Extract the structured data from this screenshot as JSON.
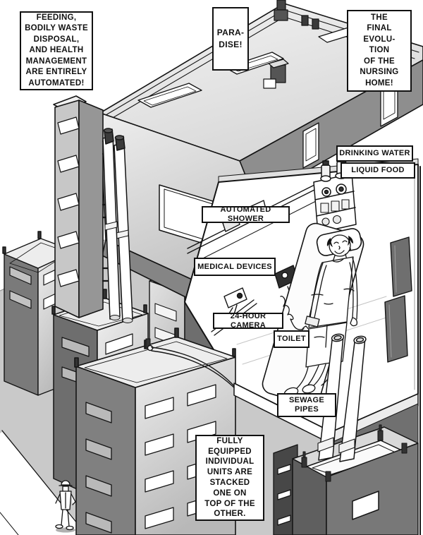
{
  "panel_title": "automated-nursing-home-cutaway",
  "captions": {
    "feeding": "FEEDING,\nBODILY WASTE\nDISPOSAL,\nAND HEALTH\nMANAGEMENT\nARE ENTIRELY\nAUTOMATED!",
    "paradise": "PARA-\nDISE!",
    "final_evolution": "THE\nFINAL\nEVOLU-\nTION\nOF THE\nNURSING\nHOME!",
    "drinking_water": "DRINKING WATER",
    "liquid_food": "LIQUID FOOD",
    "automated_shower": "AUTOMATED SHOWER",
    "medical_devices": "MEDICAL DEVICES",
    "camera": "24-HOUR CAMERA",
    "toilet": "TOILET",
    "sewage_pipes": "SEWAGE\nPIPES",
    "stacked_units": "FULLY\nEQUIPPED\nINDIVIDUAL\nUNITS ARE\nSTACKED\nONE ON\nTOP OF THE\nOTHER."
  },
  "colors": {
    "ink": "#141414",
    "paper": "#ffffff",
    "ground": "#c9c9c9",
    "face_light": "#e8e8e8",
    "face_mid": "#b5b5b5",
    "face_dark": "#8e8e8e",
    "shadow": "#5f5f5f"
  }
}
